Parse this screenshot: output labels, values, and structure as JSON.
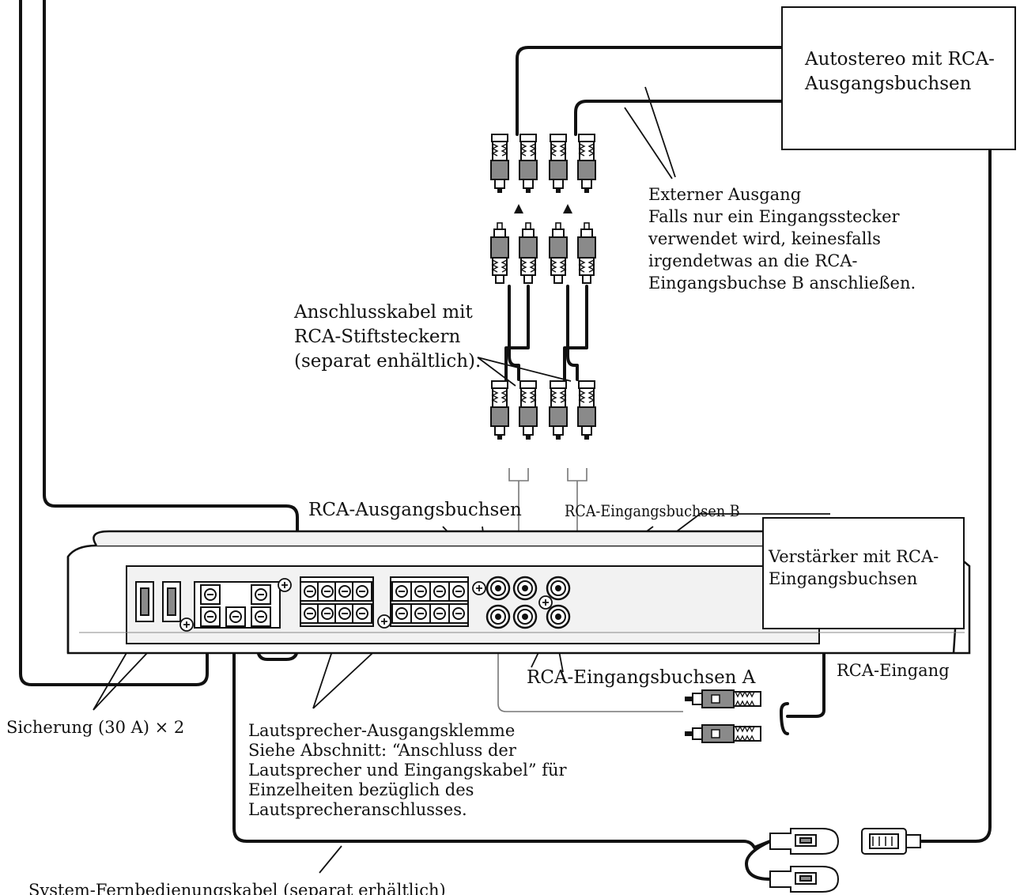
{
  "labels": {
    "head_unit": "Autostereo mit RCA-\nAusgangsbuchsen",
    "external_output": "Externer Ausgang\nFalls nur ein Eingangsstecker\nverwendet wird, keinesfalls\nirgendetwas an die RCA-\nEingangsbuchse B anschließen.",
    "rca_cable": "Anschlusskabel mit\nRCA-Stiftsteckern\n(separat enhältlich).",
    "rca_outputs": "RCA-Ausgangsbuchsen",
    "rca_inputs_b": "RCA-Eingangsbuchsen B",
    "amp_with_inputs": "Verstärker mit RCA-\nEingangsbuchsen",
    "rca_input": "RCA-Eingang",
    "rca_inputs_a": "RCA-Eingangsbuchsen A",
    "fuse": "Sicherung (30 A) × 2",
    "speaker_terminal": "Lautsprecher-Ausgangsklemme\nSiehe Abschnitt: “Anschluss der\nLautsprecher und Eingangskabel” für\nEinzelheiten bezüglich des\nLautsprecheranschlusses.",
    "remote_cable": "System-Fernbedienungskabel (separat erhältlich)"
  },
  "colors": {
    "line": "#111111",
    "plug_grey": "#8a8a8a",
    "panel": "#f2f2f2"
  }
}
